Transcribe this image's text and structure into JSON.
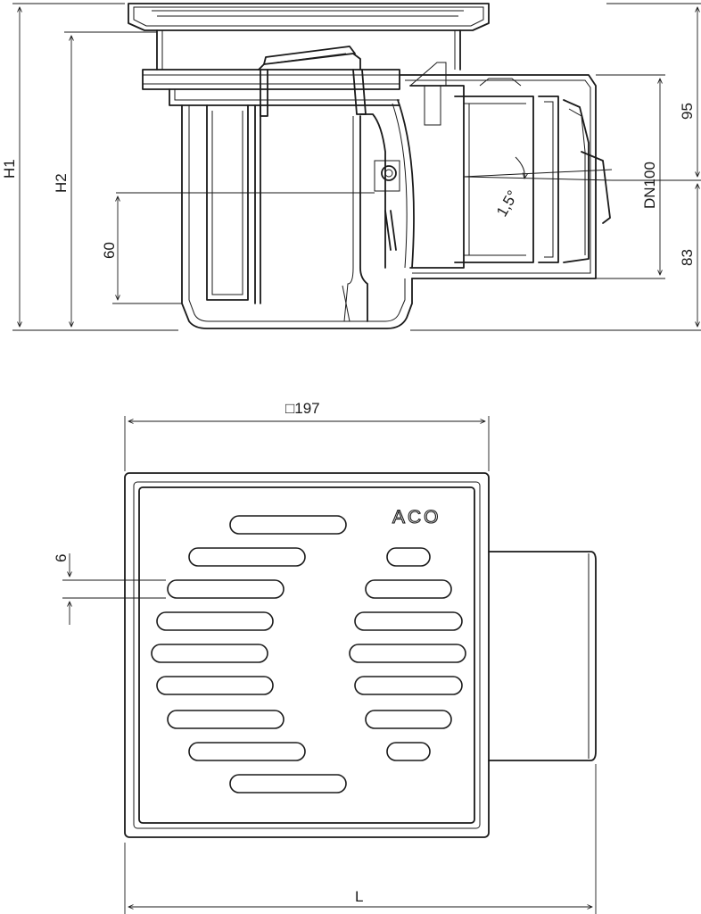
{
  "side_view": {
    "dimensions": {
      "h1": "H1",
      "h2": "H2",
      "d60": "60",
      "d95": "95",
      "dn": "DN100",
      "d83": "83",
      "slope": "1,5°"
    }
  },
  "top_view": {
    "width_label": "□197",
    "slot_label": "6",
    "length_label": "L",
    "brand": "ACO"
  }
}
